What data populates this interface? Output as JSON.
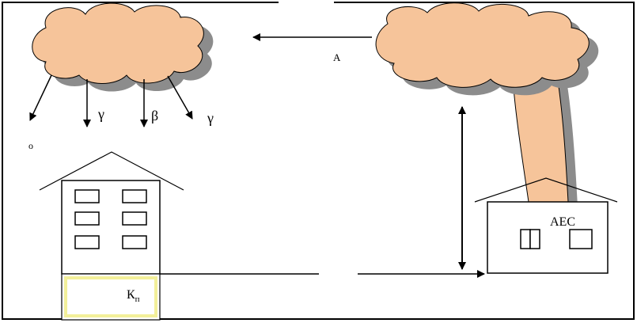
{
  "labels": {
    "gamma_left": "γ",
    "beta": "β",
    "gamma_right": "γ",
    "plant": "АЕС",
    "shelter": "К",
    "shelter_sub": "п",
    "cut_fragment_left": "ο",
    "cut_fragment_right": "А"
  },
  "colors": {
    "cloud": "#F6C49A",
    "cloud_shadow": "#8C8C8C",
    "plume": "#F6C49A",
    "shelter_fill": "#FFFFFF",
    "shelter_border": "#F3F09A",
    "line": "#000000"
  }
}
